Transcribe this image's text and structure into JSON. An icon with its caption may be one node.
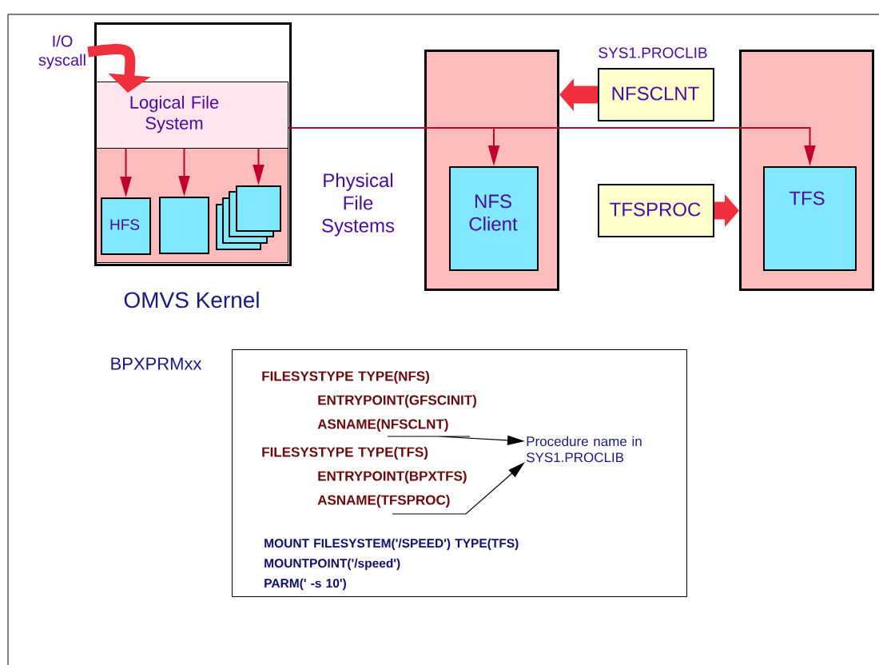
{
  "diagram": {
    "nodes": [
      {
        "text": [
          "I/O syscall"
        ]
      },
      {
        "text": [],
        "shape": "box",
        "beside": [
          "OMVS Kernel"
        ]
      },
      {
        "text": [
          "Logical File System"
        ],
        "in": 1
      },
      {
        "text": [],
        "shape": "box",
        "in": 1
      },
      {
        "text": [
          "HFS"
        ],
        "in": 3
      },
      {
        "text": [],
        "shape": "box",
        "in": 3
      },
      {
        "text": [],
        "shape": "box",
        "in": 3
      },
      {
        "text": [],
        "shape": "box"
      },
      {
        "text": [
          "NFS Client"
        ],
        "in": 7
      },
      {
        "text": [
          "NFSCLNT"
        ],
        "beside": [
          "SYS1.PROCLIB"
        ]
      },
      {
        "text": [
          "TFSPROC"
        ]
      },
      {
        "text": [],
        "shape": "box"
      },
      {
        "text": [
          "TFS"
        ],
        "in": 11
      },
      {
        "text": [
          "BPXPRMxx",
          "FILESYSTYPE TYPE(NFS)",
          "ENTRYPOINT(GFSCINIT)",
          "ASNAME(NFSCLNT)",
          "FILESYSTYPE TYPE(TFS)",
          "ENTRYPOINT(BPXTFS)",
          "ASNAME(TFSPROC)",
          "MOUNT FILESYSTEM('/SPEED') TYPE(TFS)",
          "MOUNTPOINT('/speed')",
          "PARM(' -s 10')"
        ]
      },
      {
        "text": [
          "Procedure name in SYS1.PROCLIB"
        ],
        "in": 13
      }
    ],
    "edges": [
      {
        "from": 0,
        "to": 2,
        "arrow": "to",
        "style": "thick",
        "color": "#f0303c"
      },
      {
        "from": 2,
        "to": 4,
        "arrow": "to"
      },
      {
        "from": 2,
        "to": 5,
        "arrow": "to"
      },
      {
        "from": 2,
        "to": 6,
        "arrow": "to"
      },
      {
        "from": 2,
        "to": 8,
        "arrow": "to"
      },
      {
        "from": 2,
        "to": 12,
        "arrow": "to"
      },
      {
        "from": 9,
        "to": 7,
        "arrow": "to",
        "style": "thick",
        "color": "#f0303c"
      },
      {
        "from": 10,
        "to": 11,
        "arrow": "to",
        "style": "thick",
        "color": "#f0303c"
      },
      {
        "from": null,
        "to": 14,
        "arrow": "to",
        "color": "#000000"
      },
      {
        "from": null,
        "to": 14,
        "arrow": "to",
        "color": "#000000"
      }
    ],
    "labels": [
      "Physical File Systems"
    ]
  }
}
